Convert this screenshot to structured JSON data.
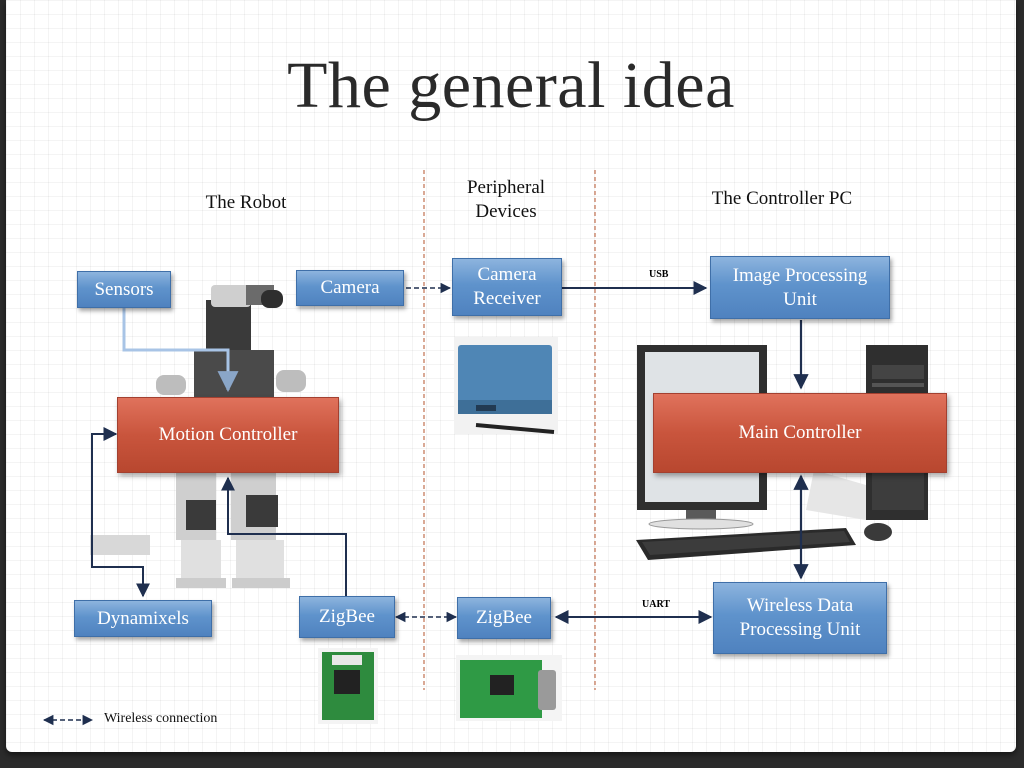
{
  "title": "The general idea",
  "columns": {
    "robot": "The Robot",
    "peripheral": "Peripheral\nDevices",
    "controller": "The Controller PC"
  },
  "boxes": {
    "sensors": "Sensors",
    "camera": "Camera",
    "motion_controller": "Motion Controller",
    "dynamixels": "Dynamixels",
    "zigbee_robot": "ZigBee",
    "camera_receiver": "Camera\nReceiver",
    "zigbee_peripheral": "ZigBee",
    "image_processing_unit": "Image Processing\nUnit",
    "main_controller": "Main Controller",
    "wireless_data_processing_unit": "Wireless Data\nProcessing Unit"
  },
  "connection_labels": {
    "usb": "USB",
    "uart": "UART"
  },
  "legend": {
    "wireless": "Wireless connection"
  },
  "colors": {
    "blue_box": "#5f93cc",
    "orange_box": "#c9553d",
    "divider": "#c0704f",
    "arrow": "#1f2f4f",
    "sensor_line": "#a8c4e6"
  }
}
